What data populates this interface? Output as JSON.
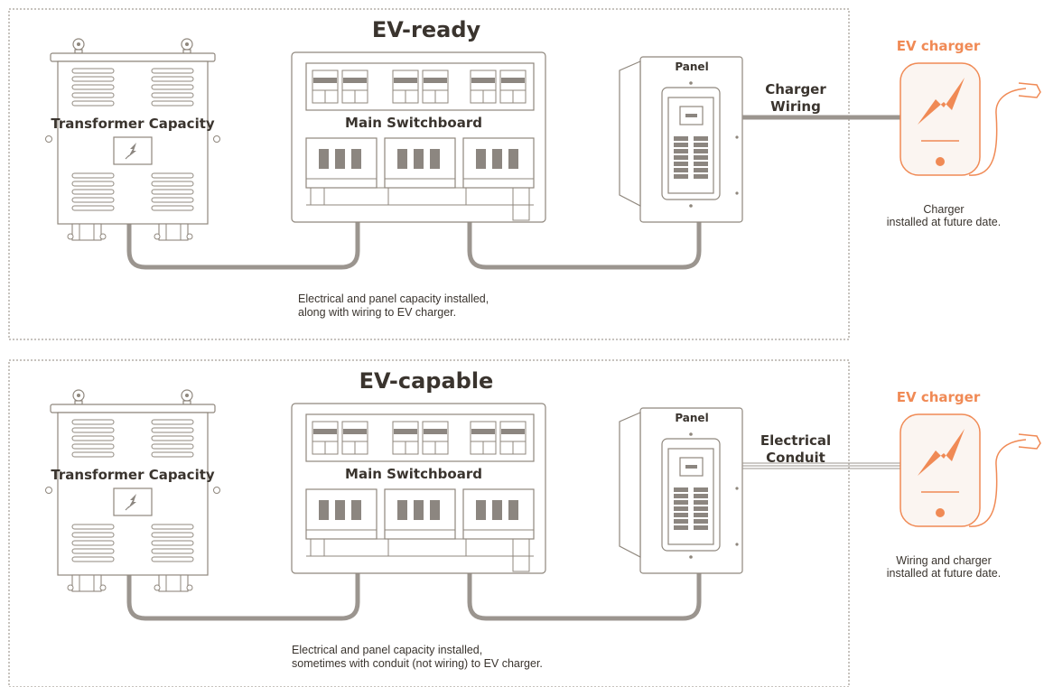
{
  "colors": {
    "line": "#8f877d",
    "fill": "#ffffff",
    "dark": "#8c8680",
    "text": "#3a342e",
    "accent": "#f08a55",
    "accent_fill": "#fbf5f1",
    "wire": "#9b958f"
  },
  "diagrams": [
    {
      "title": "EV-ready",
      "transformer_label": "Transformer Capacity",
      "switchboard_label": "Main Switchboard",
      "panel_label": "Panel",
      "connection_label_lines": [
        "Charger",
        "Wiring"
      ],
      "connection_kind": "wiring",
      "caption_lines": [
        "Electrical and panel capacity installed,",
        "along with wiring to EV charger."
      ],
      "charger_title": "EV charger",
      "charger_caption_lines": [
        "Charger",
        "installed at future date."
      ]
    },
    {
      "title": "EV-capable",
      "transformer_label": "Transformer Capacity",
      "switchboard_label": "Main Switchboard",
      "panel_label": "Panel",
      "connection_label_lines": [
        "Electrical",
        "Conduit"
      ],
      "connection_kind": "conduit",
      "caption_lines": [
        "Electrical and panel capacity installed,",
        "sometimes with conduit (not wiring) to EV charger."
      ],
      "charger_title": "EV charger",
      "charger_caption_lines": [
        "Wiring and charger",
        "installed at future date."
      ]
    }
  ]
}
